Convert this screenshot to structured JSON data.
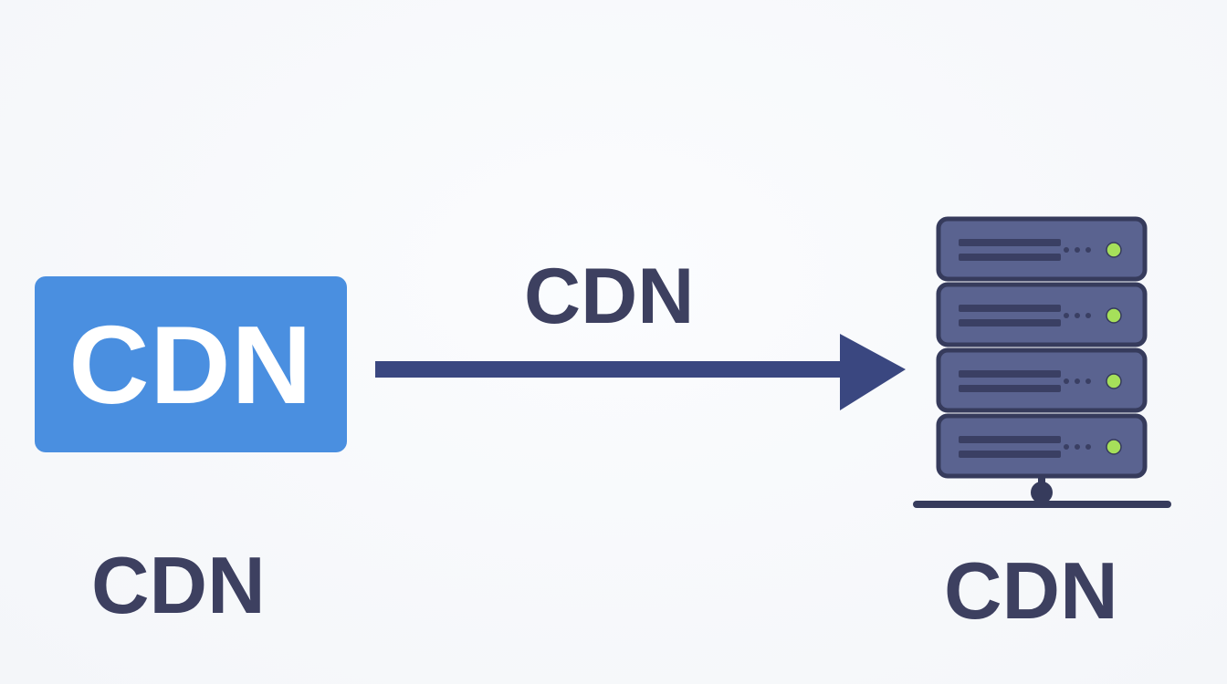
{
  "diagram": {
    "source_box": {
      "label": "CDN"
    },
    "source_caption": "CDN",
    "arrow_label": "CDN",
    "server_caption": "CDN",
    "server_icon": "server-rack-icon",
    "server_units": 4
  },
  "colors": {
    "box_blue": "#4a8fe0",
    "text_dark": "#3d4060",
    "arrow_navy": "#3a4780",
    "server_body": "#5a6390",
    "server_outline": "#363b5c",
    "server_slot": "#3a3f63",
    "status_led": "#a6e05a"
  }
}
